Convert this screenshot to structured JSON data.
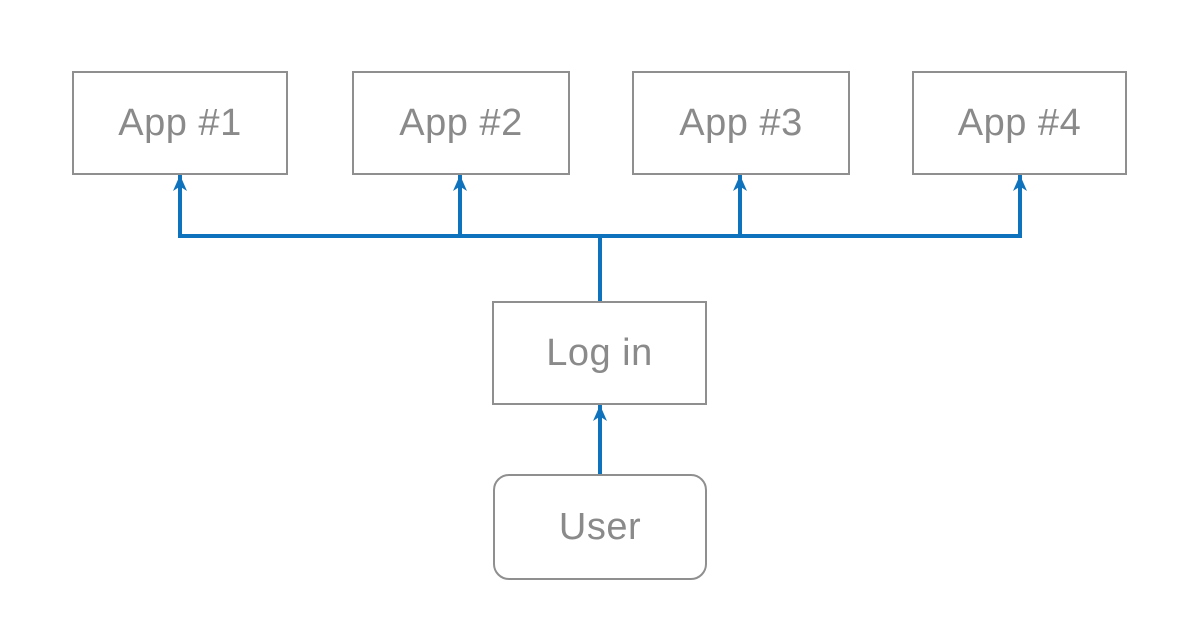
{
  "diagram": {
    "description": "User login fan-out diagram: a User logs in once and gains access to four apps",
    "accent_color": "#0e72bd",
    "box_border_color": "#8f8f8f",
    "text_color": "#8a8a8a",
    "nodes": {
      "app1": {
        "label": "App #1"
      },
      "app2": {
        "label": "App #2"
      },
      "app3": {
        "label": "App #3"
      },
      "app4": {
        "label": "App #4"
      },
      "login": {
        "label": "Log in"
      },
      "user": {
        "label": "User"
      }
    },
    "edges": [
      {
        "from": "user",
        "to": "login",
        "arrow": "to"
      },
      {
        "from": "login",
        "to": "app1",
        "arrow": "to"
      },
      {
        "from": "login",
        "to": "app2",
        "arrow": "to"
      },
      {
        "from": "login",
        "to": "app3",
        "arrow": "to"
      },
      {
        "from": "login",
        "to": "app4",
        "arrow": "to"
      }
    ]
  }
}
